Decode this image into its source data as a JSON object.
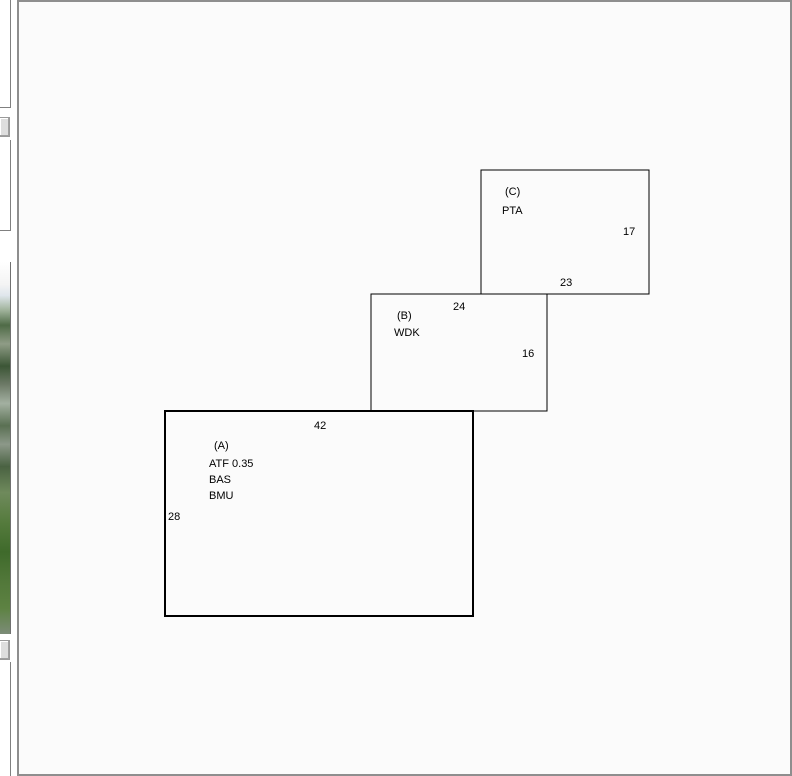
{
  "diagram": {
    "rooms": [
      {
        "id": "A",
        "tag": "(A)",
        "lines": [
          "ATF 0.35",
          "BAS",
          "BMU"
        ],
        "top_dim": "42",
        "side_dim": "28"
      },
      {
        "id": "B",
        "tag": "(B)",
        "lines": [
          "WDK"
        ],
        "top_dim": "24",
        "side_dim": "16"
      },
      {
        "id": "C",
        "tag": "(C)",
        "lines": [
          "PTA"
        ],
        "bottom_dim": "23",
        "side_dim": "17"
      }
    ]
  },
  "colors": {
    "frame_border": "#8e8e8e",
    "canvas": "#fbfbfb",
    "lines": "#000000"
  }
}
